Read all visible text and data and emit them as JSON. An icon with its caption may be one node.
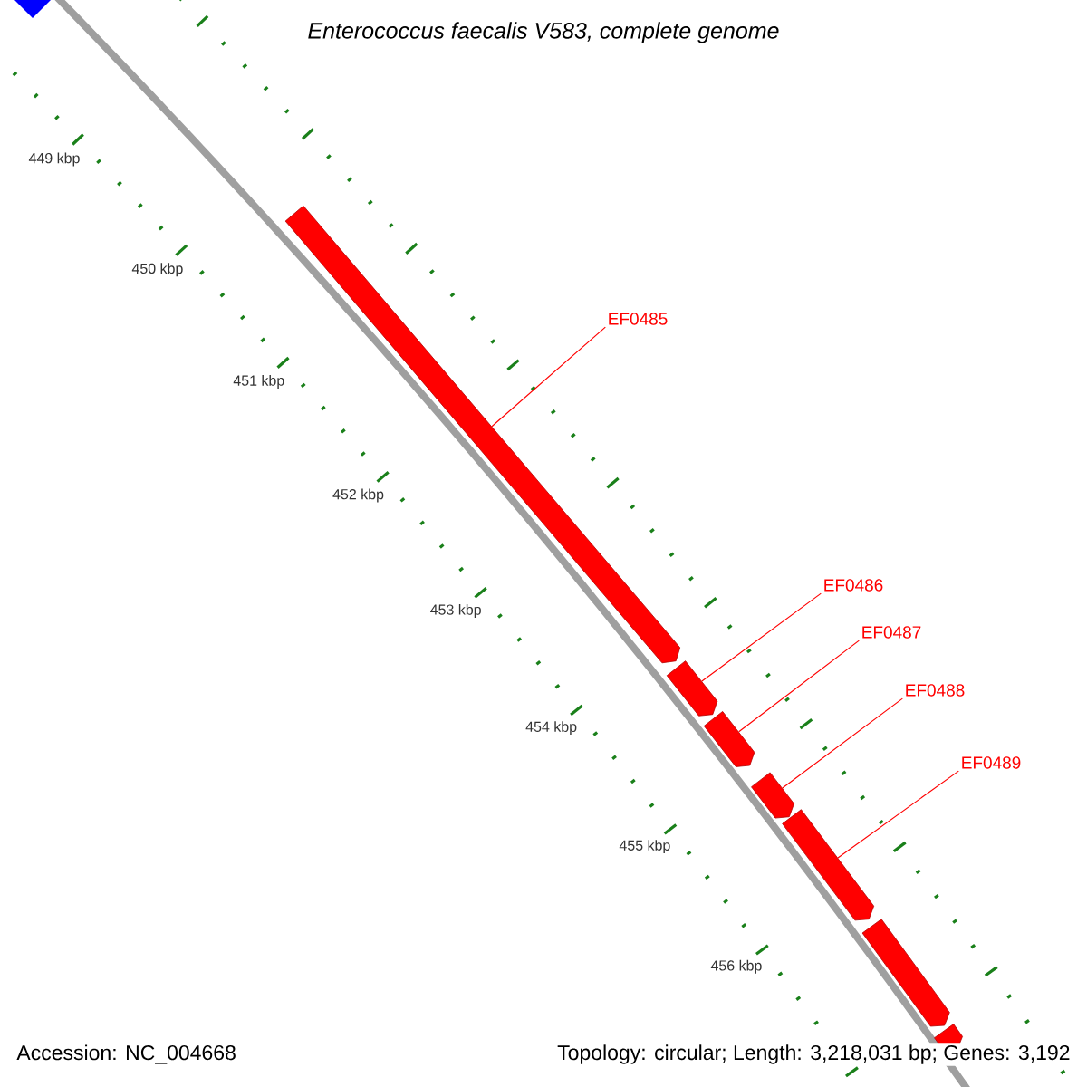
{
  "diagram": {
    "title": "Enterococcus faecalis V583, complete genome",
    "nodes": [
      {
        "text": [
          "EF0485"
        ]
      },
      {
        "text": [
          "EF0486"
        ]
      },
      {
        "text": [
          "EF0487"
        ]
      },
      {
        "text": [
          "EF0488"
        ]
      },
      {
        "text": [
          "EF0489"
        ]
      },
      {
        "text": [],
        "shape": "arrow"
      },
      {
        "text": [],
        "shape": "arrow"
      },
      {
        "text": [],
        "shape": "arrow"
      },
      {
        "text": [],
        "shape": "arrow"
      },
      {
        "text": [],
        "shape": "arrow"
      },
      {
        "text": [],
        "shape": "arrow"
      },
      {
        "text": [],
        "shape": "arrow"
      }
    ],
    "edges": [
      {
        "from": 0,
        "to": 5,
        "arrow": "none"
      },
      {
        "from": 1,
        "to": 6,
        "arrow": "none"
      },
      {
        "from": 2,
        "to": 7,
        "arrow": "none"
      },
      {
        "from": 3,
        "to": 8,
        "arrow": "none"
      },
      {
        "from": 4,
        "to": 9,
        "arrow": "none"
      }
    ],
    "labels": [
      "449 kbp",
      "450 kbp",
      "451 kbp",
      "452 kbp",
      "453 kbp",
      "454 kbp",
      "455 kbp",
      "456 kbp",
      "Accession: NC_004668",
      "Topology: circular; Length: 3,218,031 bp; Genes: 3,192"
    ]
  }
}
